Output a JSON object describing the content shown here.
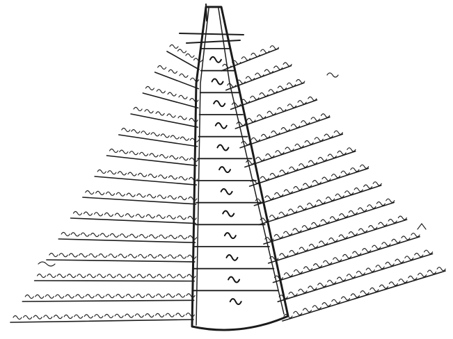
{
  "diagram": {
    "kind": "hand-drawn-pyramid-manuscript",
    "ink_color": "#1b1b1b",
    "paper_color": "#ffffff",
    "central_column_cells": 12,
    "left_side_lines": 14,
    "right_side_lines": 14
  }
}
